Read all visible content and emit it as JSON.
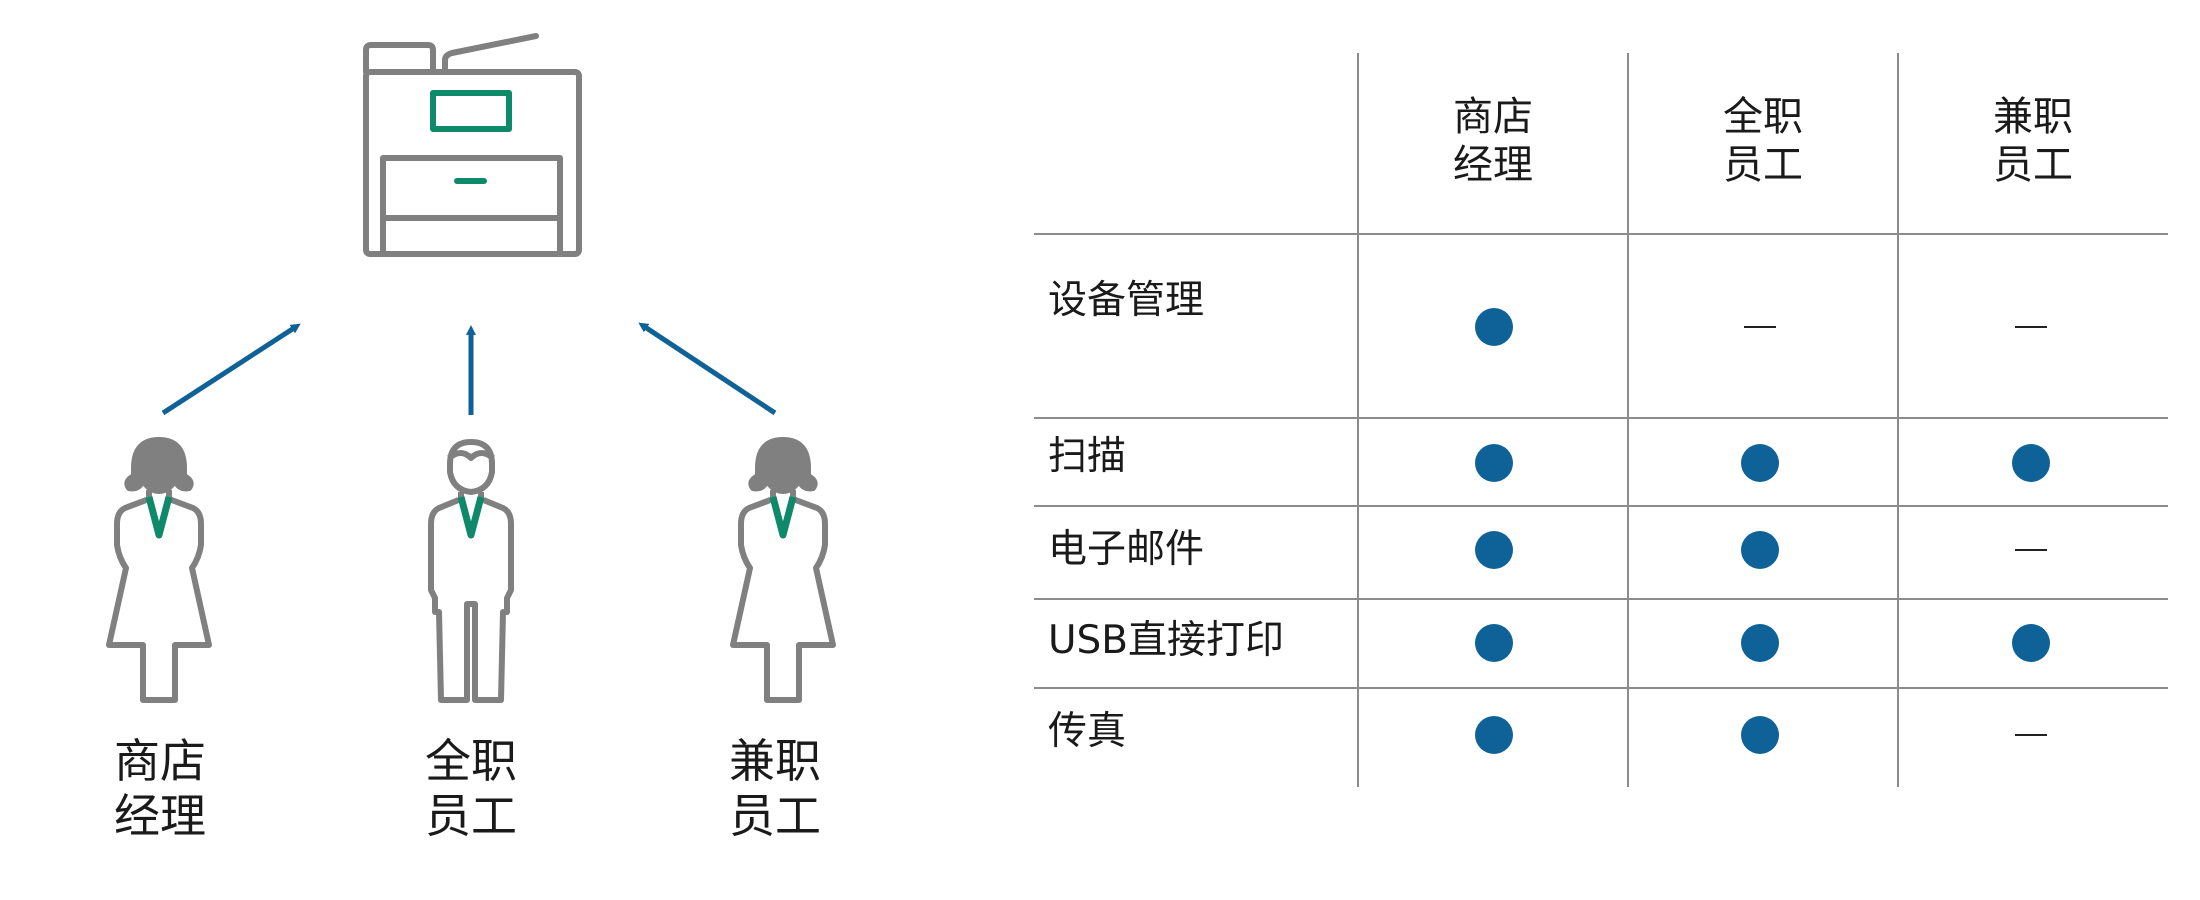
{
  "colors": {
    "accent_blue": "#0e6298",
    "accent_green": "#0e8a6a",
    "outline_gray": "#808080"
  },
  "diagram": {
    "device_icon": "multifunction-printer-icon",
    "roles": [
      {
        "label": "商店\n经理",
        "icon": "woman-icon"
      },
      {
        "label": "全职\n员工",
        "icon": "man-icon"
      },
      {
        "label": "兼职\n员工",
        "icon": "woman-icon"
      }
    ]
  },
  "table": {
    "columns": [
      "商店\n经理",
      "全职\n员工",
      "兼职\n员工"
    ],
    "rows": [
      {
        "label": "设备管理",
        "cells": [
          "dot",
          "dash",
          "dash"
        ]
      },
      {
        "label": "扫描",
        "cells": [
          "dot",
          "dot",
          "dot"
        ]
      },
      {
        "label": "电子邮件",
        "cells": [
          "dot",
          "dot",
          "dash"
        ]
      },
      {
        "label": "USB直接打印",
        "cells": [
          "dot",
          "dot",
          "dot"
        ]
      },
      {
        "label": "传真",
        "cells": [
          "dot",
          "dot",
          "dash"
        ]
      }
    ]
  }
}
